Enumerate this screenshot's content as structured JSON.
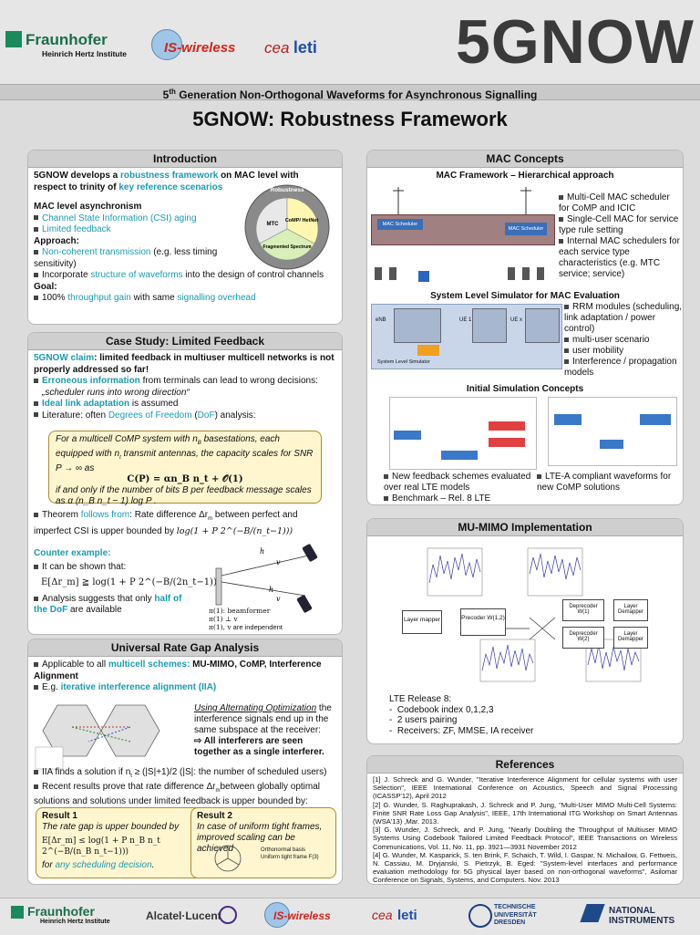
{
  "header": {
    "logo_fraunhofer": "Fraunhofer",
    "logo_fraunhofer_sub": "Heinrich Hertz Institute",
    "logo_iswireless": "IS-wireless",
    "logo_cea": "cea",
    "logo_leti": "leti",
    "logo_5gnow": "5GNOW"
  },
  "banner_prefix": "5",
  "banner_sup": "th",
  "banner_rest": " Generation Non-Orthogonal Waveforms for Asynchronous Signalling",
  "main_title": "5GNOW: Robustness Framework",
  "intro": {
    "title": "Introduction",
    "p1a": "5GNOW develops a ",
    "p1b": "robustness framework",
    "p1c": " on MAC level with respect to trinity of ",
    "p1d": "key reference scenarios",
    "mac_async": "MAC level  asynchronism",
    "b1": "Channel State Information (CSI) aging",
    "b2": "Limited feedback",
    "approach": "Approach:",
    "b3a": "Non-coherent transmission",
    "b3b": " (e.g. less timing sensitivity)",
    "b4a": "Incorporate ",
    "b4b": "structure of waveforms",
    "b4c": " into the design of control channels",
    "goal": "Goal:",
    "b5a": "100% ",
    "b5b": "throughput gain",
    "b5c": " with same ",
    "b5d": "signalling overhead",
    "wheel_robustness": "Robustness",
    "wheel_mtc": "MTC",
    "wheel_comp": "CoMP/ HetNet",
    "wheel_frag": "Fragmented Spectrum"
  },
  "case": {
    "title": "Case Study: Limited Feedback",
    "claim_a": "5GNOW claim",
    "claim_b": ": limited feedback in multiuser multicell networks is not properly addressed so far!",
    "b1a": "Erroneous information",
    "b1b": " from terminals can lead to wrong decisions:",
    "b1c": "„scheduler runs into wrong direction“",
    "b2a": "Ideal link adaptation",
    "b2b": " is assumed",
    "b3a": "Literature: often ",
    "b3b": "Degrees of Freedom",
    "b3c": " (",
    "b3d": "DoF",
    "b3e": ") analysis:",
    "box1": "For a multicell CoMP system with n",
    "box1b": " basestations, each equipped with n",
    "box1c": " transmit antennas, the capacity scales for SNR P → ∞ as",
    "box_eq": "C(P) = αn_B n_t + 𝒪(1)",
    "box2": "if and only if the number of  bits B per feedback message scales as α (n_B n_t − 1) log P .",
    "theorem_a": "Theorem ",
    "theorem_b": "follows from",
    "theorem_c": ": Rate difference Δr",
    "theorem_d": " between perfect and imperfect CSI is upper bounded by ",
    "theorem_eq": "log(1 + P 2^(−B/(n_t−1)))",
    "counter": "Counter example:",
    "c1": "It can be shown that:",
    "c_eq": "E[Δr_m] ≧ log(1 + P 2^(−B/(2n_t−1)))",
    "c2": "Analysis suggests that only ",
    "c3": "half of the DoF",
    "c4": " are available",
    "h1": "h",
    "h2": "h",
    "v1": "v",
    "v2": "v",
    "leg1": "π(1): beamformer",
    "leg2": "π(1) ⊥ v",
    "leg3": "π(1), v",
    "leg4": " are independent"
  },
  "urg": {
    "title": "Universal Rate Gap Analysis",
    "b1a": "Applicable to all ",
    "b1b": "multicell schemes:",
    "b1c": " MU-MIMO, CoMP, Interference Alignment",
    "b2a": "E.g. ",
    "b2b": "iterative interference alignment (IIA)",
    "alt1": "Using Alternating Optimization",
    "alt2": " the interference signals end up in the same subspace at the receiver:",
    "alt3": "⇨ All interferers are seen together as a single interferer.",
    "b3a": "IIA finds a solution if  n",
    "b3b": " ≥ (|S|+1)/2  (|S|: the  number of scheduled users)",
    "b4a": "Recent results prove that rate difference Δr",
    "b4b": "between globally optimal solutions and solutions under limited feedback is upper bounded by:",
    "r1_title": "Result 1",
    "r1_text": "The rate gap is upper bounded by",
    "r1_eq": "E[Δr_m] ≤ log(1 + P n_B n_t 2^(−B/(n_B n_t−1)))",
    "r1_for_a": "for ",
    "r1_for_b": "any scheduling decision",
    "r1_for_c": ".",
    "r2_title": "Result 2",
    "r2_text": "In case of uniform tight frames, improved scaling can be achieved",
    "r2_note1": "Orthonormal basis",
    "r2_note2": "Uniform tight frame F(3)"
  },
  "mac": {
    "title": "MAC Concepts",
    "framework": "MAC Framework – Hierarchical approach",
    "b1": "Multi-Cell MAC scheduler for CoMP and ICIC",
    "b2": "Single-Cell MAC for service type rule setting",
    "b3": "Internal MAC schedulers for each service type characteristics (e.g. MTC service;  service)",
    "sls": "System Level Simulator for MAC Evaluation",
    "s1": "RRM modules (scheduling, link adaptation / power control)",
    "s2": "multi-user scenario",
    "s3": "user mobility",
    "s4": "Interference / propagation models",
    "init": "Initial Simulation Concepts",
    "i1": "New feedback schemes evaluated over real LTE models",
    "i2": "Benchmark – Rel. 8 LTE",
    "i3": "LTE-A compliant waveforms for new CoMP solutions",
    "diag_mac1": "MAC Scheduler",
    "diag_mac2": "MAC Scheduler",
    "diag_enb": "eNB",
    "diag_ue1": "UE 1",
    "diag_uex": "UE x",
    "diag_sls": "System Level Simulator"
  },
  "mumimo": {
    "title": "MU-MIMO Implementation",
    "layer_mapper": "Layer mapper",
    "precoder": "Precoder W(1,2)",
    "deprec1": "Deprecoder W(1)",
    "deprec2": "Deprecoder W(2)",
    "demap1": "Layer Demapper",
    "demap2": "Layer Demapper",
    "lte": "LTE Release 8:",
    "l1": "Codebook index 0,1,2,3",
    "l2": "2 users pairing",
    "l3": "Receivers: ZF, MMSE,  IA receiver"
  },
  "refs": {
    "title": "References",
    "r1": "[1] J. Schreck and G. Wunder, \"Iterative Interference Alignment for cellular systems with user Selection\", IEEE International Conference on Acoustics, Speech and Signal Processing (ICASSP'12), April 2012",
    "r2": "[2] G. Wunder, S. Raghuprakash, J. Schreck and P. Jung, \"Multi-User MIMO Multi-Cell Systems: Finite SNR Rate Loss Gap Analysis\", IEEE, 17th International ITG Workshop on Smart Antennas (WSA'13) ,Mar. 2013.",
    "r3": "[3] G. Wunder, J. Schreck, and P. Jung, \"Nearly Doubling the Throughput of Multiuser MIMO Systems Using Codebook Tailored Limited Feedback Protocol\", IEEE Transactions on Wireless Communications, Vol. 11, No. 11, pp. 3921—3931 November 2012",
    "r4": "[4] G. Wunder, M. Kasparick, S. ten Brink, F. Schaich, T. Wild, I. Gaspar, N. Michailow, G. Fettweis, N. Cassiau, M. Dryjanski, S. Pietrzyk, B. Eged: \"System-level interfaces and performance evaluation methodology for 5G physical layer based on non-orthogonal waveforms\", Asilomar Conference on Signals, Systems, and Computers. Nov. 2013"
  },
  "footer": {
    "fraunhofer": "Fraunhofer",
    "fraunhofer_sub": "Heinrich Hertz Institute",
    "alcatel": "Alcatel·Lucent",
    "iswireless": "IS-wireless",
    "cea": "cea",
    "leti": "leti",
    "tud1": "TECHNISCHE",
    "tud2": "UNIVERSITÄT",
    "tud3": "DRESDEN",
    "ni1": "NATIONAL",
    "ni2": "INSTRUMENTS"
  }
}
